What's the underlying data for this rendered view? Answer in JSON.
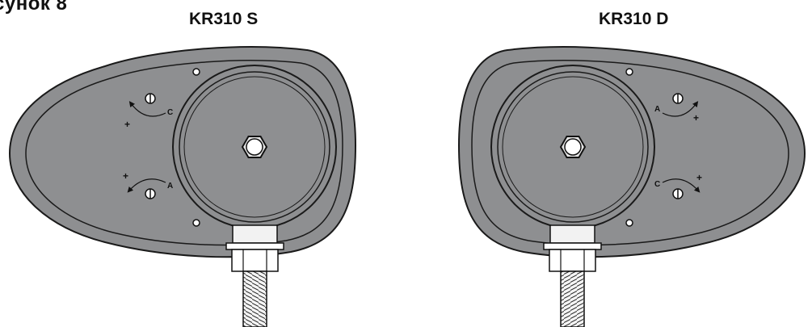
{
  "figure_label": "сунок 8",
  "left_unit": {
    "title": "KR310 S",
    "adjusters": [
      {
        "letter": "C",
        "sign": "+"
      },
      {
        "letter": "A",
        "sign": "+"
      }
    ]
  },
  "right_unit": {
    "title": "KR310 D",
    "adjusters": [
      {
        "letter": "A",
        "sign": "+"
      },
      {
        "letter": "C",
        "sign": "+"
      }
    ]
  },
  "colors": {
    "housing": "#8e8f91",
    "plate": "#d9d9d9",
    "stroke": "#1a1a1a",
    "background": "#ffffff"
  }
}
